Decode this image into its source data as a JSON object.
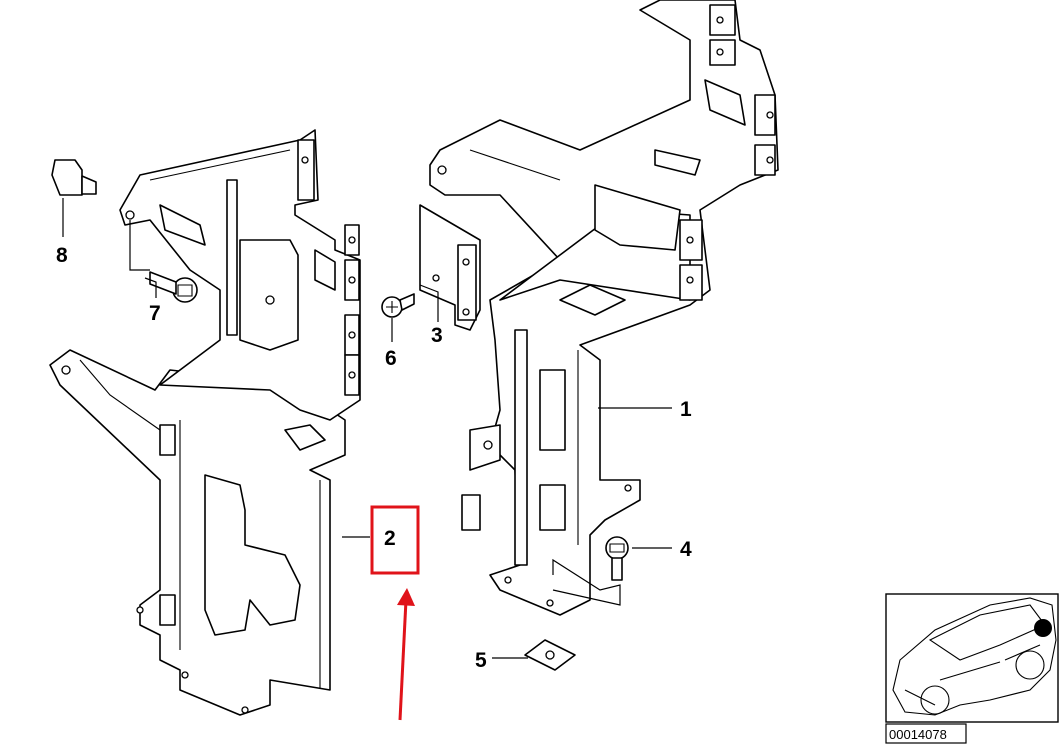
{
  "callouts": [
    {
      "label": "1"
    },
    {
      "label": "2"
    },
    {
      "label": "3"
    },
    {
      "label": "4"
    },
    {
      "label": "5"
    },
    {
      "label": "6"
    },
    {
      "label": "7"
    },
    {
      "label": "8"
    }
  ],
  "highlight": {
    "label": "2",
    "color": "#e0131a"
  },
  "reference_number": "00014078",
  "locator": {
    "marker_color": "#000000"
  }
}
